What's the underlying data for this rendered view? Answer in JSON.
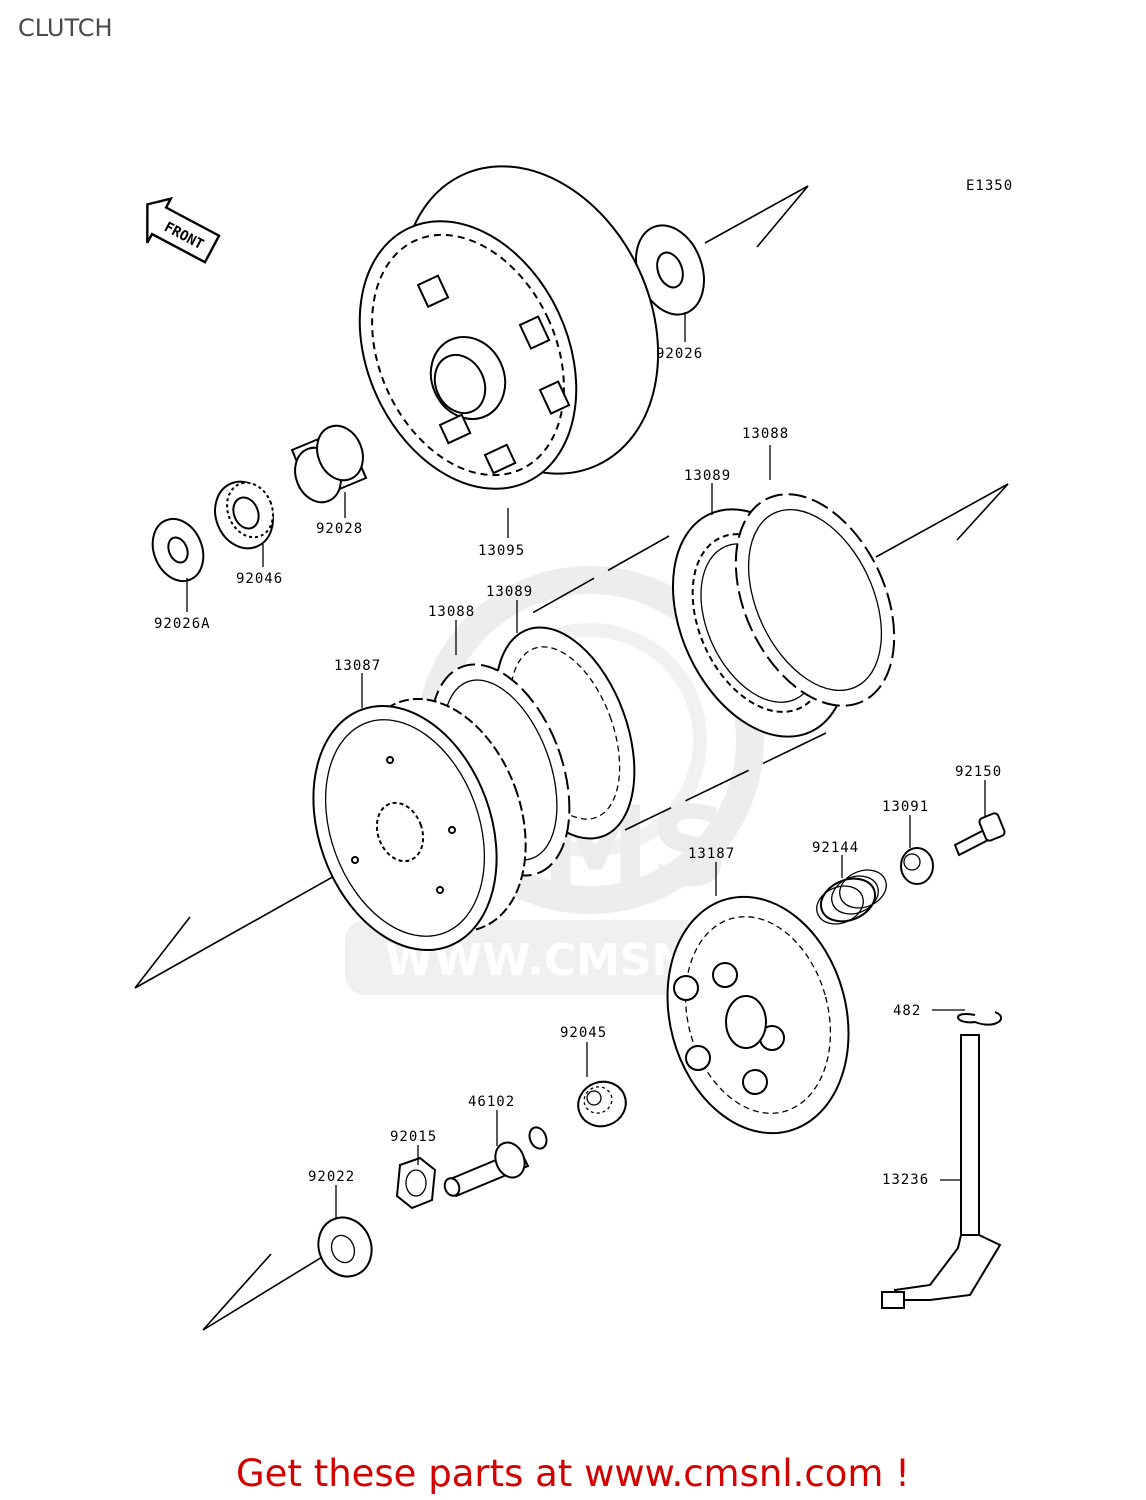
{
  "title": "CLUTCH",
  "figure_code": "E1350",
  "front_label": "FRONT",
  "watermark": {
    "brand": "CMS",
    "url": "WWW.CMSNL.COM"
  },
  "footer": "Get these parts at www.cmsnl.com !",
  "parts": {
    "p92026": "92026",
    "p13095": "13095",
    "p92028": "92028",
    "p92046": "92046",
    "p92026A": "92026A",
    "p13088_top": "13088",
    "p13089_top": "13089",
    "p13089_mid": "13089",
    "p13088_mid": "13088",
    "p13087": "13087",
    "p92150": "92150",
    "p13091": "13091",
    "p92144": "92144",
    "p13187": "13187",
    "p482": "482",
    "p92045": "92045",
    "p46102": "46102",
    "p92015": "92015",
    "p92022": "92022",
    "p13236": "13236"
  }
}
